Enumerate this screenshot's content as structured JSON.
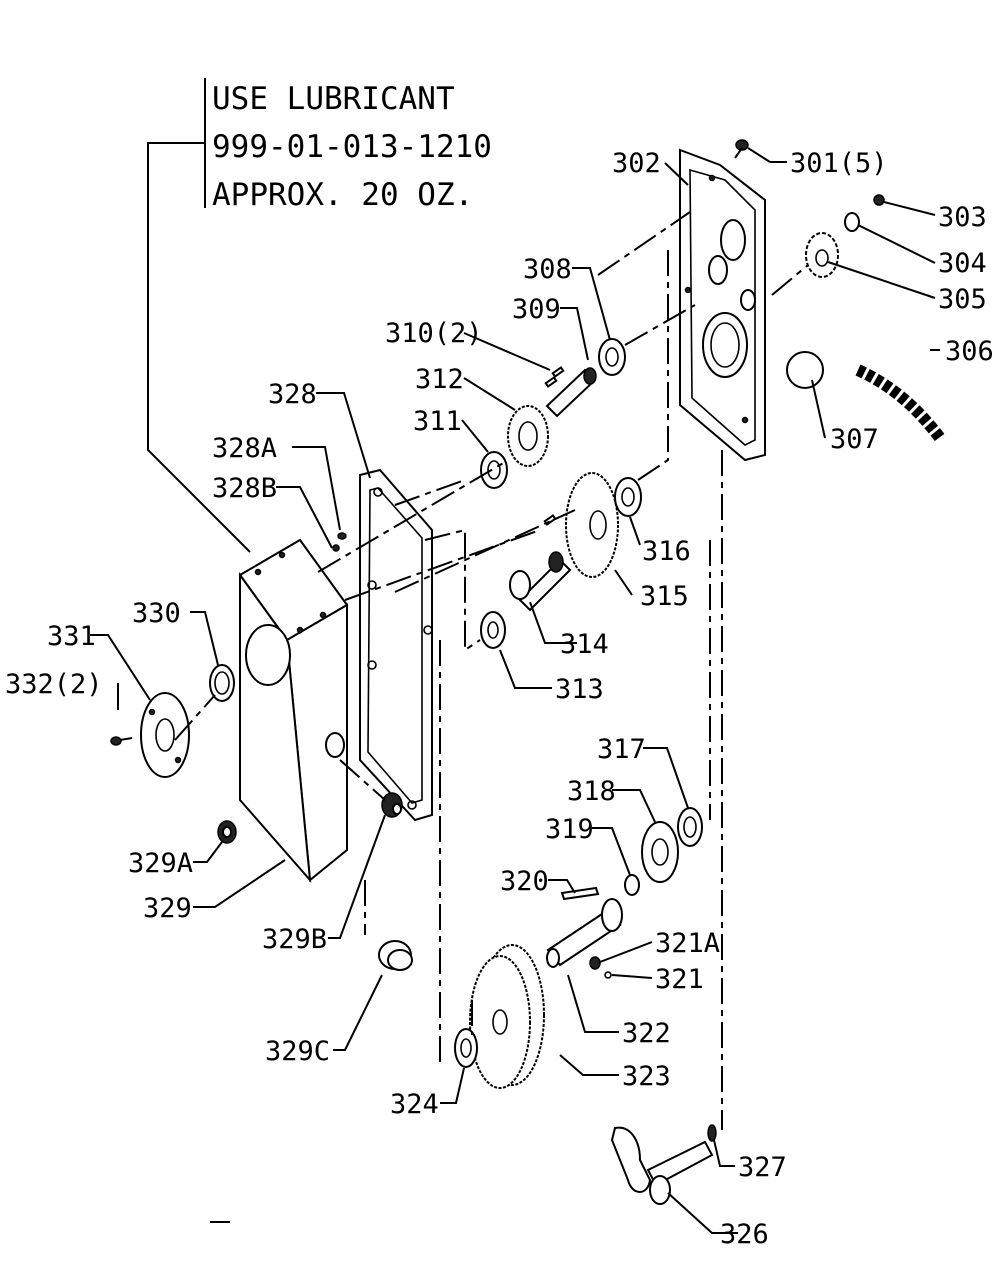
{
  "note": {
    "line1": "USE LUBRICANT",
    "line2": "999-01-013-1210",
    "line3": "APPROX. 20 OZ."
  },
  "labels": {
    "p301": "301(5)",
    "p302": "302",
    "p303": "303",
    "p304": "304",
    "p305": "305",
    "p306": "306",
    "p307": "307",
    "p308": "308",
    "p309": "309",
    "p310": "310(2)",
    "p311": "311",
    "p312": "312",
    "p313": "313",
    "p314": "314",
    "p315": "315",
    "p316": "316",
    "p317": "317",
    "p318": "318",
    "p319": "319",
    "p320": "320",
    "p321": "321",
    "p321A": "321A",
    "p322": "322",
    "p323": "323",
    "p324": "324",
    "p326": "326",
    "p327": "327",
    "p328": "328",
    "p328A": "328A",
    "p328B": "328B",
    "p329": "329",
    "p329A": "329A",
    "p329B": "329B",
    "p329C": "329C",
    "p330": "330",
    "p331": "331",
    "p332": "332(2)"
  }
}
